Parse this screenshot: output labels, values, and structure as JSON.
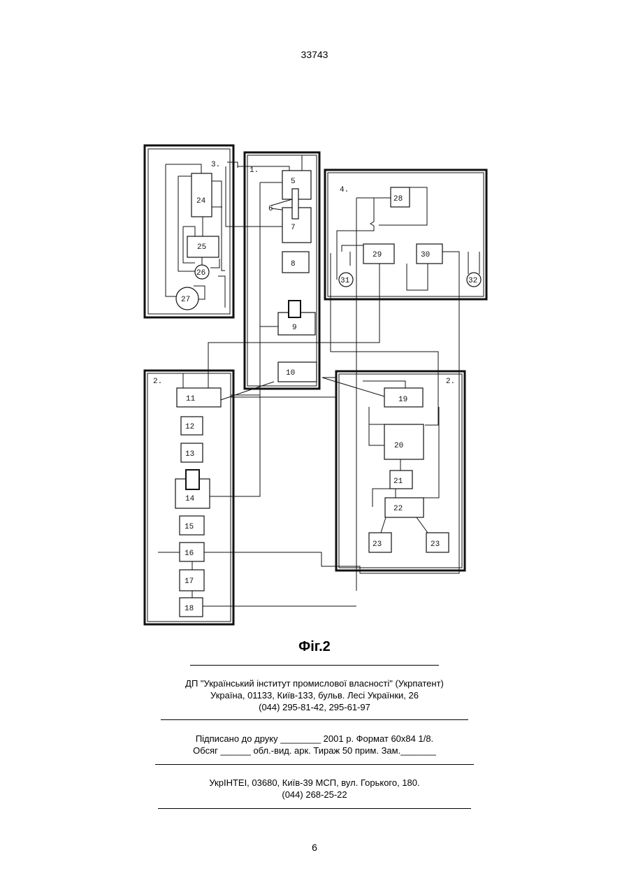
{
  "header": {
    "doc_number": "33743"
  },
  "figure": {
    "caption": "Фіг.2",
    "group_labels": [
      "3.",
      "1.",
      "4.",
      "2.",
      "2."
    ],
    "blocks": [
      "24",
      "25",
      "26",
      "27",
      "5",
      "6",
      "7",
      "8",
      "9",
      "10",
      "28",
      "29",
      "30",
      "31",
      "32",
      "11",
      "12",
      "13",
      "14",
      "15",
      "16",
      "17",
      "18",
      "19",
      "20",
      "21",
      "22",
      "23",
      "23"
    ]
  },
  "imprint": {
    "publisher": {
      "line1": "ДП \"Український інститут промислової власності\" (Укрпатент)",
      "line2": "Україна, 01133, Київ-133, бульв. Лесі Українки, 26",
      "line3": "(044) 295-81-42, 295-61-97"
    },
    "print_info": {
      "line1": "Підписано до друку ________ 2001 р.    Формат 60х84 1/8.",
      "line2": "Обсяг ______ обл.-вид. арк.   Тираж 50 прим.    Зам._______"
    },
    "printer": {
      "line1": "УкрІНТЕІ, 03680, Київ-39 МСП, вул. Горького, 180.",
      "line2": "(044) 268-25-22"
    }
  },
  "footer": {
    "page_number": "6"
  }
}
